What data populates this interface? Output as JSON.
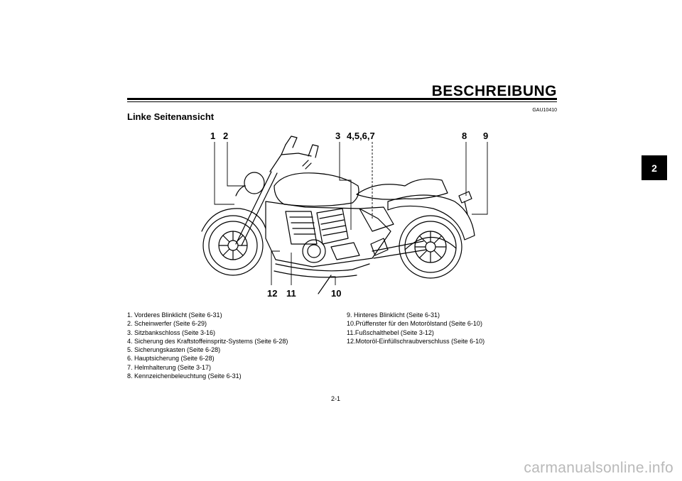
{
  "header": {
    "title": "BESCHREIBUNG",
    "chapter_tab": "2"
  },
  "section": {
    "code": "GAU10410",
    "title": "Linke Seitenansicht"
  },
  "figure": {
    "callouts": [
      "1",
      "2",
      "3",
      "4,5,6,7",
      "8",
      "9",
      "10",
      "11",
      "12"
    ]
  },
  "legend_left": [
    "1.  Vorderes Blinklicht (Seite 6-31)",
    "2.  Scheinwerfer (Seite 6-29)",
    "3.  Sitzbankschloss (Seite 3-16)",
    "4.  Sicherung des Kraftstoffeinspritz-Systems (Seite 6-28)",
    "5.  Sicherungskasten (Seite 6-28)",
    "6.  Hauptsicherung (Seite 6-28)",
    "7.  Helmhalterung (Seite 3-17)",
    "8.  Kennzeichenbeleuchtung (Seite 6-31)"
  ],
  "legend_right": [
    "9.  Hinteres Blinklicht (Seite 6-31)",
    "10.Prüffenster für den Motorölstand (Seite 6-10)",
    "11.Fußschalthebel (Seite 3-12)",
    "12.Motoröl-Einfüllschraubverschluss (Seite 6-10)"
  ],
  "footer": {
    "page_number": "2-1",
    "watermark": "carmanualsonline.info"
  }
}
